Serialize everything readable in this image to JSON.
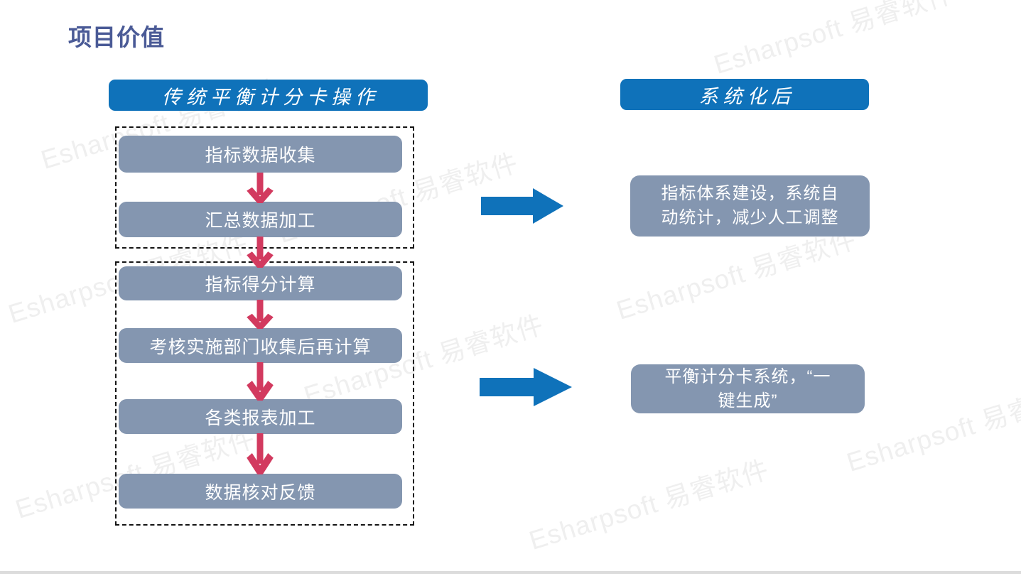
{
  "slide": {
    "title": "项目价值",
    "left_header": "传统平衡计分卡操作",
    "right_header": "系统化后",
    "group1_steps": [
      "指标数据收集",
      "汇总数据加工"
    ],
    "group2_steps": [
      "指标得分计算",
      "考核实施部门收集后再计算",
      "各类报表加工",
      "数据核对反馈"
    ],
    "result1": "指标体系建设，系统自\n动统计，减少人工调整",
    "result2": "平衡计分卡系统，“一\n键生成”",
    "watermark": "Esharpsoft 易睿软件",
    "colors": {
      "header_blue": "#0f72ba",
      "box_grey_blue": "#8496b0",
      "arrow_red": "#d23a5f",
      "title_blue": "#4a5a96",
      "watermark_grey": "#efefef"
    }
  }
}
